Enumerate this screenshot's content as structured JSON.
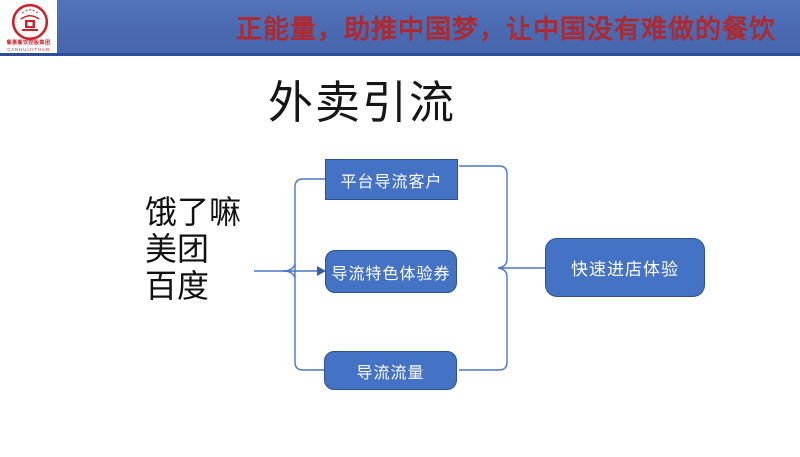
{
  "header": {
    "slogan": "正能量，助推中国梦，让中国没有难做的餐饮",
    "bar_color": "#4b6ab2",
    "underline_color": "#2c4c9c",
    "slogan_color": "#ad2a31",
    "logo": {
      "cn_line": "餐惠餐饮控股集团",
      "en_line": "CANHUIJITUAN",
      "ring_color": "#cf2228"
    }
  },
  "title": "外卖引流",
  "diagram": {
    "source_lines": [
      "饿了嘛",
      "美团",
      "百度"
    ],
    "middle_boxes": [
      "平台导流客户",
      "导流特色体验券",
      "导流流量"
    ],
    "result_box": "快速进店体验",
    "box_fill": "#4472c4",
    "box_border": "#2f528f",
    "connector_color": "#4a77c4"
  }
}
